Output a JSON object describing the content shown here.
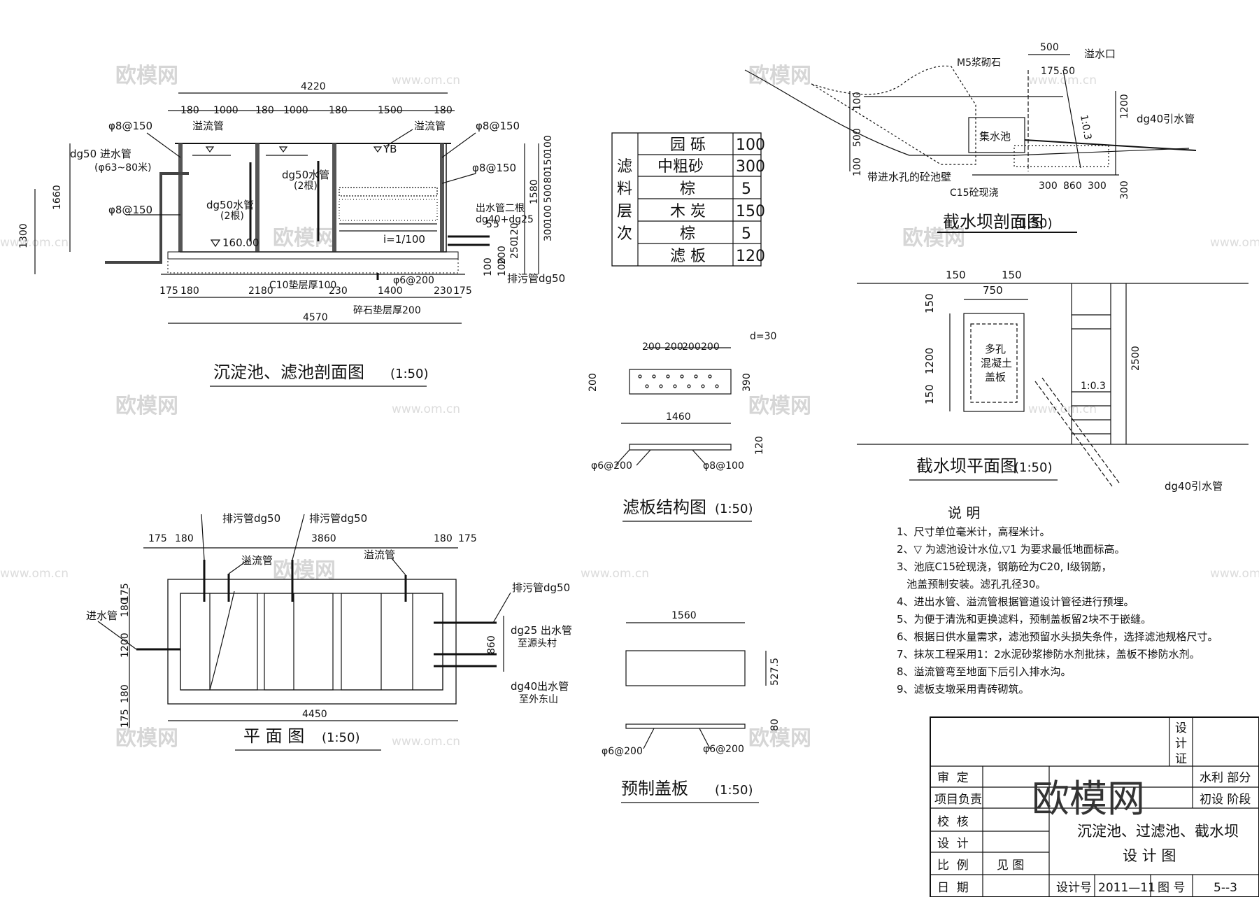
{
  "section_view": {
    "title": "沉淀池、滤池剖面图",
    "scale": "(1:50)",
    "overall_top": "4220",
    "top_segments": [
      "180",
      "1000",
      "180",
      "1000",
      "180",
      "1500",
      "180"
    ],
    "overall_bottom": "4570",
    "bottom_segments": [
      "175",
      "180",
      "2180",
      "230",
      "1400",
      "230",
      "175"
    ],
    "left_dims": [
      "1660",
      "1300"
    ],
    "right_dims": [
      "100",
      "150",
      "80",
      "500",
      "100",
      "1580",
      "300",
      "120",
      "250",
      "200",
      "100",
      "100",
      "5",
      "5"
    ],
    "labels": {
      "overflow1": "溢流管",
      "overflow2": "溢流管",
      "yb": "YB",
      "rebar_tl": "φ8@150",
      "rebar_tr": "φ8@150",
      "rebar_r2": "φ8@150",
      "rebar_l2": "φ8@150",
      "inlet": "dg50 进水管",
      "inlet_spec": "(φ63~80米)",
      "pipe_mid": "dg50水管",
      "pipe_mid_cnt": "(2根)",
      "pipe_left": "dg50水管",
      "pipe_left_cnt": "(2根)",
      "elev": "160.00",
      "slope": "i=1/100",
      "outlet": "出水管二根",
      "outlet_spec": "dg40+dg25",
      "drain": "排污管dg50",
      "rebar_bot": "φ6@200",
      "c10": "C10垫层厚100",
      "gravel": "碎石垫层厚200"
    }
  },
  "filter_table": {
    "header": [
      "滤",
      "料",
      "层",
      "次"
    ],
    "rows": [
      {
        "name": "园 砾",
        "value": "100"
      },
      {
        "name": "中粗砂",
        "value": "300"
      },
      {
        "name": "棕",
        "value": "5"
      },
      {
        "name": "木 炭",
        "value": "150"
      },
      {
        "name": "棕",
        "value": "5"
      },
      {
        "name": "滤 板",
        "value": "120"
      }
    ]
  },
  "filter_plate": {
    "title": "滤板结构图",
    "scale": "(1:50)",
    "d_label": "d=30",
    "spacings": [
      "200",
      "200",
      "200",
      "200"
    ],
    "width": "1460",
    "left": "200",
    "height": "390",
    "thick": "120",
    "rebar1": "φ6@200",
    "rebar2": "φ8@100"
  },
  "cover_plate": {
    "title": "预制盖板",
    "scale": "(1:50)",
    "width": "1560",
    "height": "527.5",
    "thick": "80",
    "rebar1": "φ6@200",
    "rebar2": "φ6@200"
  },
  "plan_view": {
    "title": "平 面 图",
    "scale": "(1:50)",
    "top_left": [
      "175",
      "180"
    ],
    "top_mid": "3860",
    "top_right": [
      "180",
      "175"
    ],
    "overall": "4450",
    "left_dims": [
      "175",
      "180",
      "1200",
      "180",
      "175"
    ],
    "right_dim": "860",
    "drain1": "排污管dg50",
    "drain2": "排污管dg50",
    "drain3": "排污管dg50",
    "overflow1": "溢流管",
    "overflow2": "溢流管",
    "inlet": "进水管",
    "out25": "dg25 出水管",
    "out25_to": "至源头村",
    "out40": "dg40出水管",
    "out40_to": "至外东山"
  },
  "dam_section": {
    "title": "截水坝剖面图",
    "scale": "(1:50)",
    "top": "500",
    "spill": "溢水口",
    "masonry": "M5浆砌石",
    "elev": "175.50",
    "slope": "1:0.3",
    "tank": "集水池",
    "pipe": "dg40引水管",
    "wall": "带进水孔的砼池壁",
    "concrete": "C15砼现浇",
    "bottom": [
      "300",
      "860",
      "300"
    ],
    "left": [
      "100",
      "500",
      "100"
    ],
    "right": [
      "1200",
      "300"
    ]
  },
  "dam_plan": {
    "title": "截水坝平面图",
    "scale": "(1:50)",
    "top": [
      "150",
      "750",
      "150"
    ],
    "left": [
      "150",
      "1200",
      "150"
    ],
    "right": "2500",
    "slope": "1:0.3",
    "cover": [
      "多孔",
      "混凝土",
      "盖板"
    ],
    "pipe": "dg40引水管"
  },
  "notes": {
    "title": "说 明",
    "items": [
      "1、尺寸单位毫米计，高程米计。",
      "2、▽ 为滤池设计水位,▽1 为要求最低地面标高。",
      "3、池底C15砼现浇，钢筋砼为C20, Ⅰ级钢筋，",
      "   池盖预制安装。滤孔孔径30。",
      "4、进出水管、溢流管根据管道设计管径进行预埋。",
      "5、为便于清洗和更换滤料，预制盖板留2块不于嵌缝。",
      "6、根据日供水量需求，滤池预留水头损失条件，选择滤池规格尺寸。",
      "7、抹灰工程采用1：2水泥砂浆掺防水剂批抹，盖板不掺防水剂。",
      "8、溢流管弯至地面下后引入排水沟。",
      "9、滤板支墩采用青砖砌筑。"
    ]
  },
  "title_block": {
    "cert": [
      "设",
      "计",
      "证"
    ],
    "rows": [
      "审  定",
      "项目负责",
      "校  核",
      "设  计",
      "比  例",
      "日  期"
    ],
    "scale_val": "见 图",
    "dept": "水利 部分",
    "stage": "初设 阶段",
    "drawing_title_1": "沉淀池、过滤池、截水坝",
    "drawing_title_2": "设 计 图",
    "design_no_label": "设计号",
    "design_no": "2011—11",
    "drawing_no_label": "图 号",
    "drawing_no": "5--3",
    "logo": "欧模网"
  },
  "watermark": {
    "logo": "欧模网",
    "url": "www.om.cn"
  }
}
